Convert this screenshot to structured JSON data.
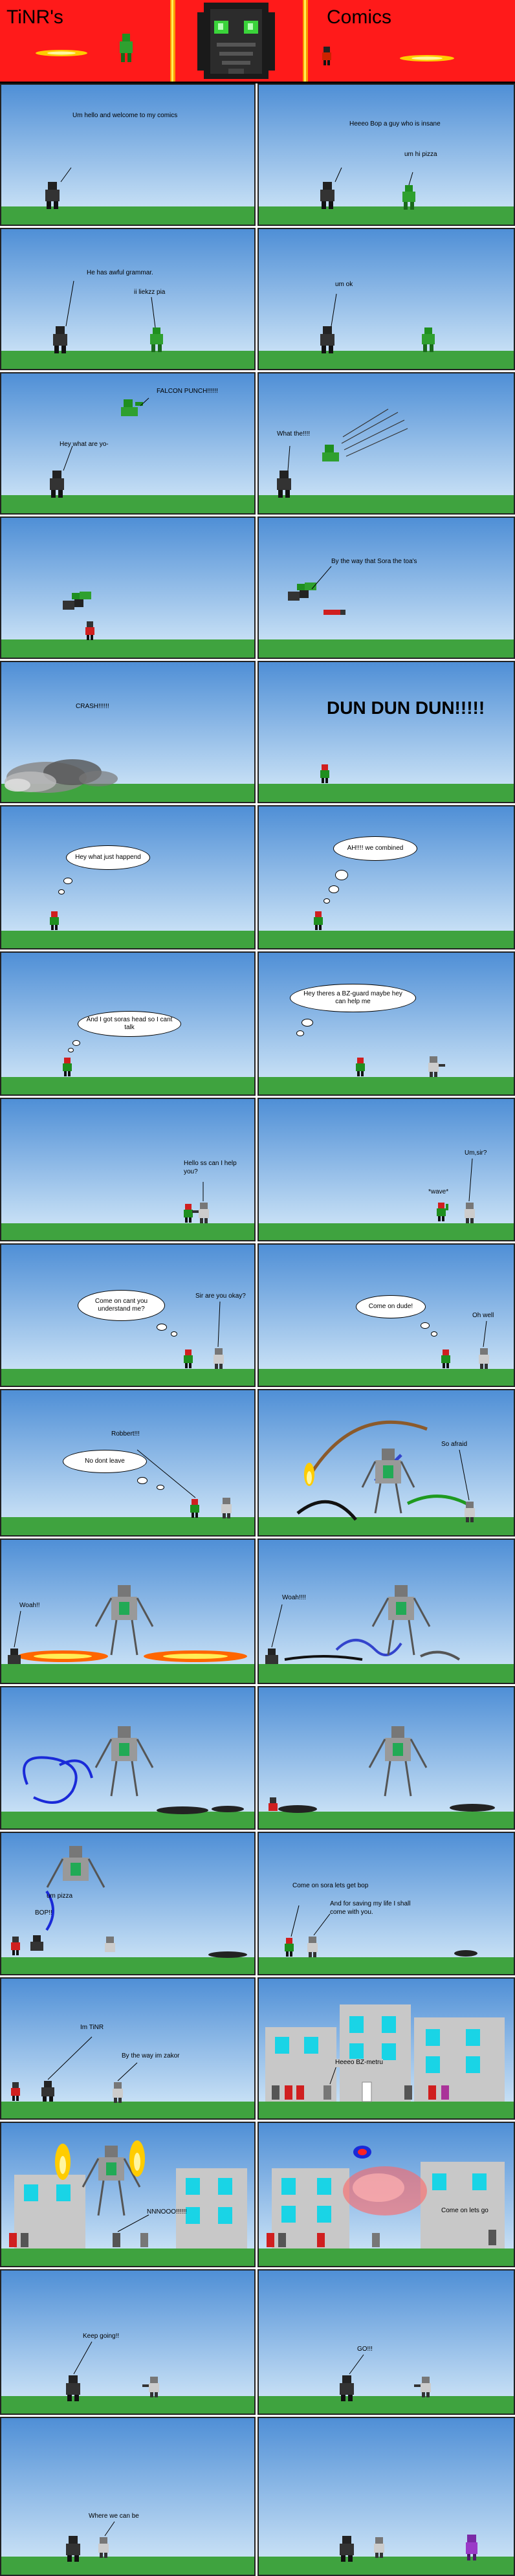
{
  "header": {
    "title_left": "TiNR's",
    "title_right": "Comics"
  },
  "panels": [
    {
      "id": "p1",
      "lines": [
        "Um hello and welcome to my comics"
      ]
    },
    {
      "id": "p2",
      "lines": [
        "Heeeo Bop a guy who is insane",
        "um hi pizza"
      ]
    },
    {
      "id": "p3",
      "lines": [
        "He has awful grammar.",
        "ii liekzz pia"
      ]
    },
    {
      "id": "p4",
      "lines": [
        "um ok"
      ]
    },
    {
      "id": "p5",
      "lines": [
        "FALCON PUNCH!!!!!!",
        "Hey what are yo-"
      ]
    },
    {
      "id": "p6",
      "lines": [
        "What the!!!!"
      ]
    },
    {
      "id": "p7",
      "lines": []
    },
    {
      "id": "p8",
      "lines": [
        "By the way that Sora the toa's"
      ]
    },
    {
      "id": "p9",
      "lines": [
        "CRASH!!!!!!"
      ]
    },
    {
      "id": "p10",
      "lines": [
        "DUN DUN DUN!!!!!"
      ]
    },
    {
      "id": "p11",
      "lines": [
        "Hey what just happend"
      ]
    },
    {
      "id": "p12",
      "lines": [
        "AH!!!! we combined"
      ]
    },
    {
      "id": "p13",
      "lines": [
        "And I got soras head so I cant talk"
      ]
    },
    {
      "id": "p14",
      "lines": [
        "Hey theres a BZ-guard maybe hey can help me"
      ]
    },
    {
      "id": "p15",
      "lines": [
        "Hello ss can I help you?"
      ]
    },
    {
      "id": "p16",
      "lines": [
        "Um,sir?",
        "*wave*"
      ]
    },
    {
      "id": "p17",
      "lines": [
        "Come on cant you understand me?",
        "Sir are you okay?"
      ]
    },
    {
      "id": "p18",
      "lines": [
        "Come on dude!",
        "Oh well"
      ]
    },
    {
      "id": "p19",
      "lines": [
        "Robbert!!!",
        "No dont leave"
      ]
    },
    {
      "id": "p20",
      "lines": [
        "So afraid"
      ]
    },
    {
      "id": "p21",
      "lines": [
        "Woah!!"
      ]
    },
    {
      "id": "p22",
      "lines": [
        "Woah!!!!"
      ]
    },
    {
      "id": "p23",
      "lines": []
    },
    {
      "id": "p24",
      "lines": []
    },
    {
      "id": "p25",
      "lines": [
        "um pizza",
        "BOP!!"
      ]
    },
    {
      "id": "p26",
      "lines": [
        "Come on sora lets get bop",
        "And for saving my life I shall come with you."
      ]
    },
    {
      "id": "p27",
      "lines": [
        "Im TiNR",
        "By the way im zakor"
      ]
    },
    {
      "id": "p28",
      "lines": [
        "Heeeo BZ-metru"
      ]
    },
    {
      "id": "p29",
      "lines": [
        "NNNOOO!!!!!!"
      ]
    },
    {
      "id": "p30",
      "lines": [
        "Come on lets go"
      ]
    },
    {
      "id": "p31",
      "lines": [
        "Keep going!!"
      ]
    },
    {
      "id": "p32",
      "lines": [
        "GO!!!"
      ]
    },
    {
      "id": "p33",
      "lines": [
        "Where we can be"
      ]
    },
    {
      "id": "p34",
      "lines": []
    }
  ]
}
